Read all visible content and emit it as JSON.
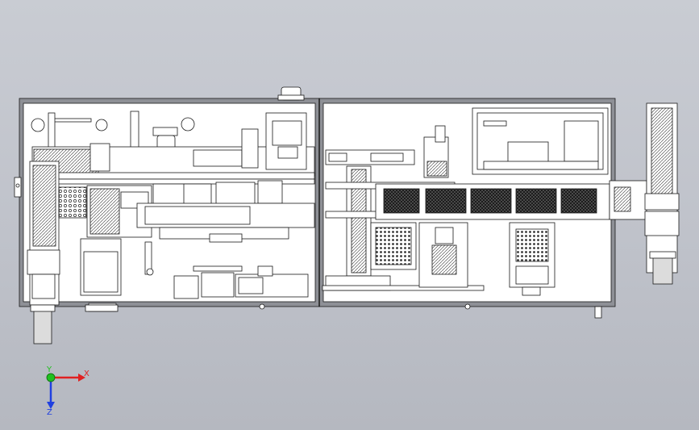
{
  "viewport": {
    "background_top": "#c9ccd3",
    "background_bottom": "#b5b8c0",
    "line_color": "#1a1a1a",
    "panel_color": "#ffffff",
    "frame_color": "#8e9096"
  },
  "triad": {
    "x_label": "X",
    "y_label": "Y",
    "z_label": "Z",
    "x_color": "#e02020",
    "y_color": "#20c020",
    "z_color": "#2040e0"
  }
}
